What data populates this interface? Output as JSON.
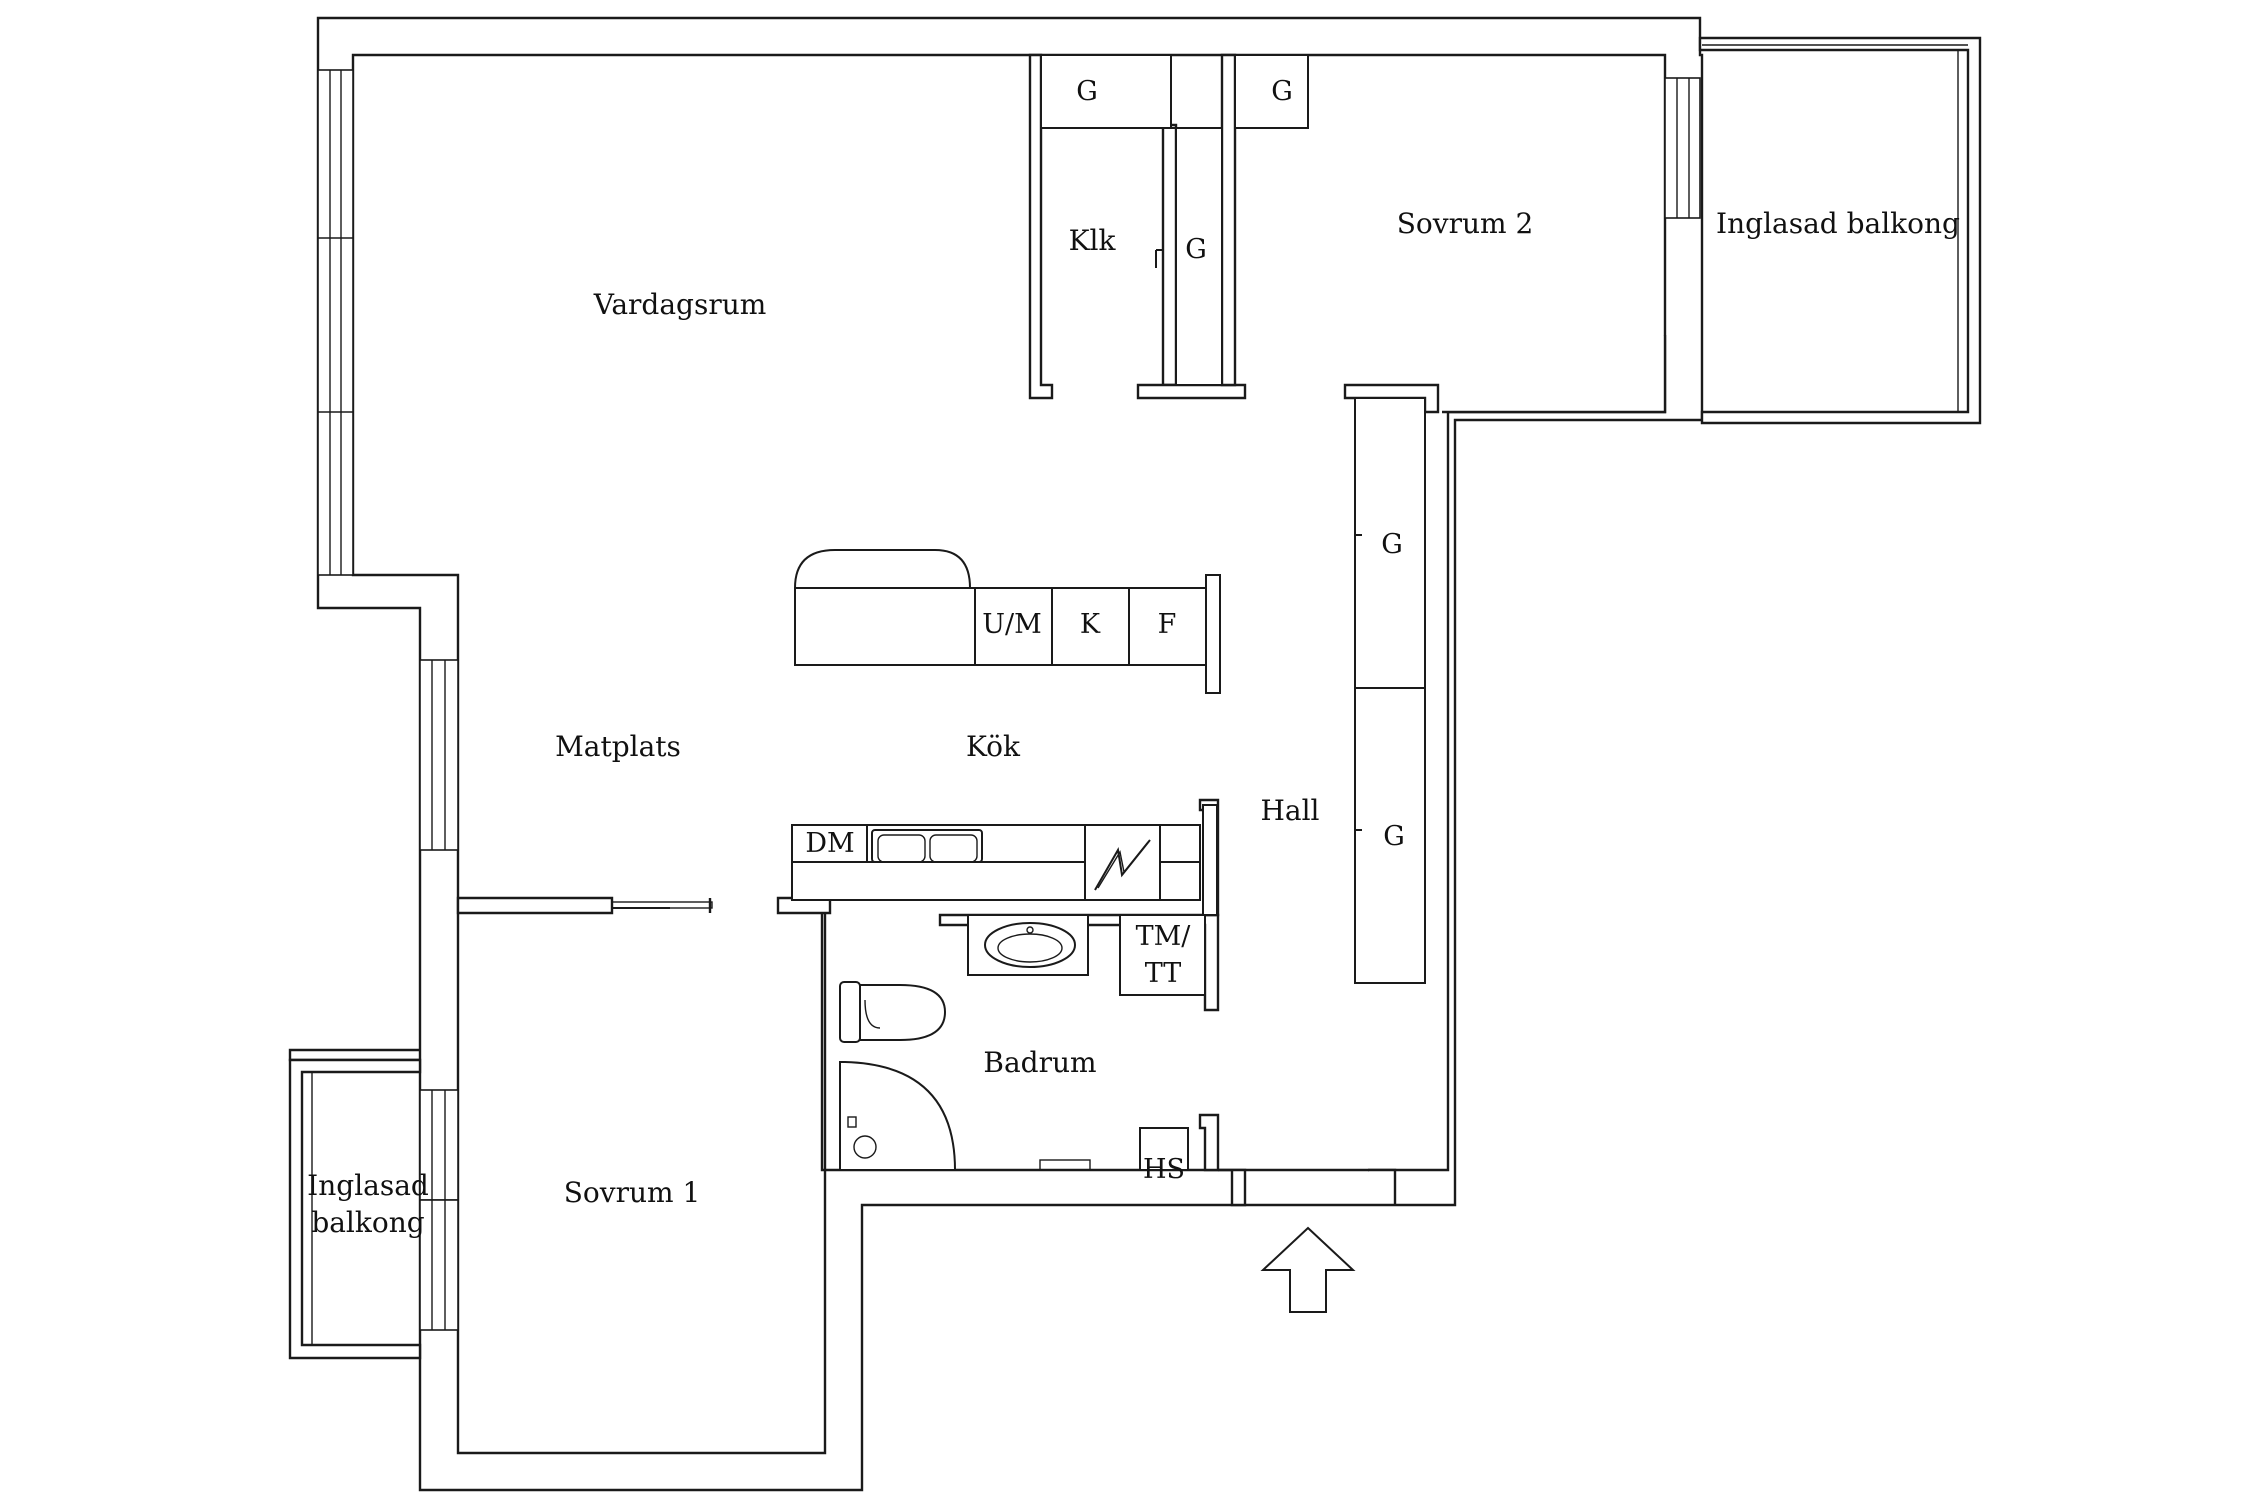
{
  "rooms": {
    "vardagsrum": "Vardagsrum",
    "matplats": "Matplats",
    "kok": "Kök",
    "hall": "Hall",
    "badrum": "Badrum",
    "sovrum1": "Sovrum 1",
    "sovrum2": "Sovrum 2",
    "klk": "Klk",
    "balkong_right": "Inglasad balkong",
    "balkong_left_line1": "Inglasad",
    "balkong_left_line2": "balkong"
  },
  "fixtures": {
    "wardrobe": "G",
    "um": "U/M",
    "k": "K",
    "f": "F",
    "dm": "DM",
    "tm_line1": "TM/",
    "tm_line2": "TT",
    "hs": "HS"
  },
  "icons": {
    "entrance": "entrance-arrow-icon",
    "sink": "washbasin-icon",
    "toilet": "toilet-icon",
    "shower": "shower-icon",
    "kitchen_sink": "kitchen-sink-icon",
    "stove": "stove-icon"
  }
}
